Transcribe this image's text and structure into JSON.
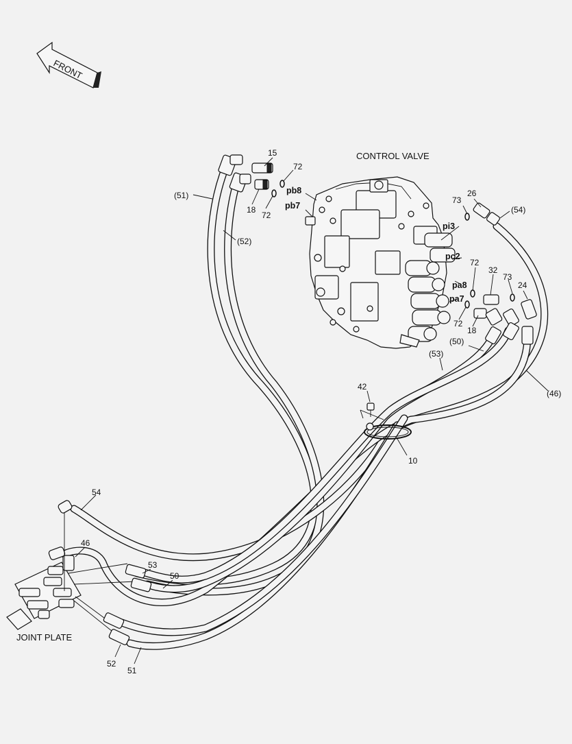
{
  "front_arrow": {
    "text": "FRONT"
  },
  "titles": {
    "control_valve": "CONTROL VALVE",
    "joint_plate": "JOINT PLATE"
  },
  "callouts": {
    "c15": "15",
    "c72a": "72",
    "pb8": "pb8",
    "pb7": "pb7",
    "c18a": "18",
    "c72b": "72",
    "c51p": "(51)",
    "c52p": "(52)",
    "c73a": "73",
    "c26": "26",
    "c54p": "(54)",
    "pi3": "pi3",
    "pc2": "pc2",
    "c72c": "72",
    "c32": "32",
    "c73b": "73",
    "c24": "24",
    "pa8": "pa8",
    "pa7": "pa7",
    "c72d": "72",
    "c18b": "18",
    "c50p": "(50)",
    "c53p": "(53)",
    "c46p": "(46)",
    "c42": "42",
    "c10": "10",
    "c54": "54",
    "c46": "46",
    "c53": "53",
    "c50": "50",
    "c52": "52",
    "c51": "51"
  }
}
